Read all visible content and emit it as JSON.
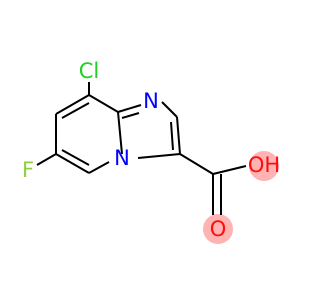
{
  "molecule": {
    "atoms": {
      "cl": {
        "symbol": "Cl",
        "color": "#1fd01f"
      },
      "f": {
        "symbol": "F",
        "color": "#8fd03a"
      },
      "n_ring": {
        "symbol": "N",
        "color": "#0000ff"
      },
      "n_bridge": {
        "symbol": "N",
        "color": "#0000ff"
      },
      "oh": {
        "symbol": "OH",
        "color": "#ff0d0d",
        "highlight": "#ffb3b3"
      },
      "o_carbonyl": {
        "symbol": "O",
        "color": "#ff0d0d",
        "highlight": "#ffb3b3"
      }
    },
    "bond_color": "#000000"
  }
}
